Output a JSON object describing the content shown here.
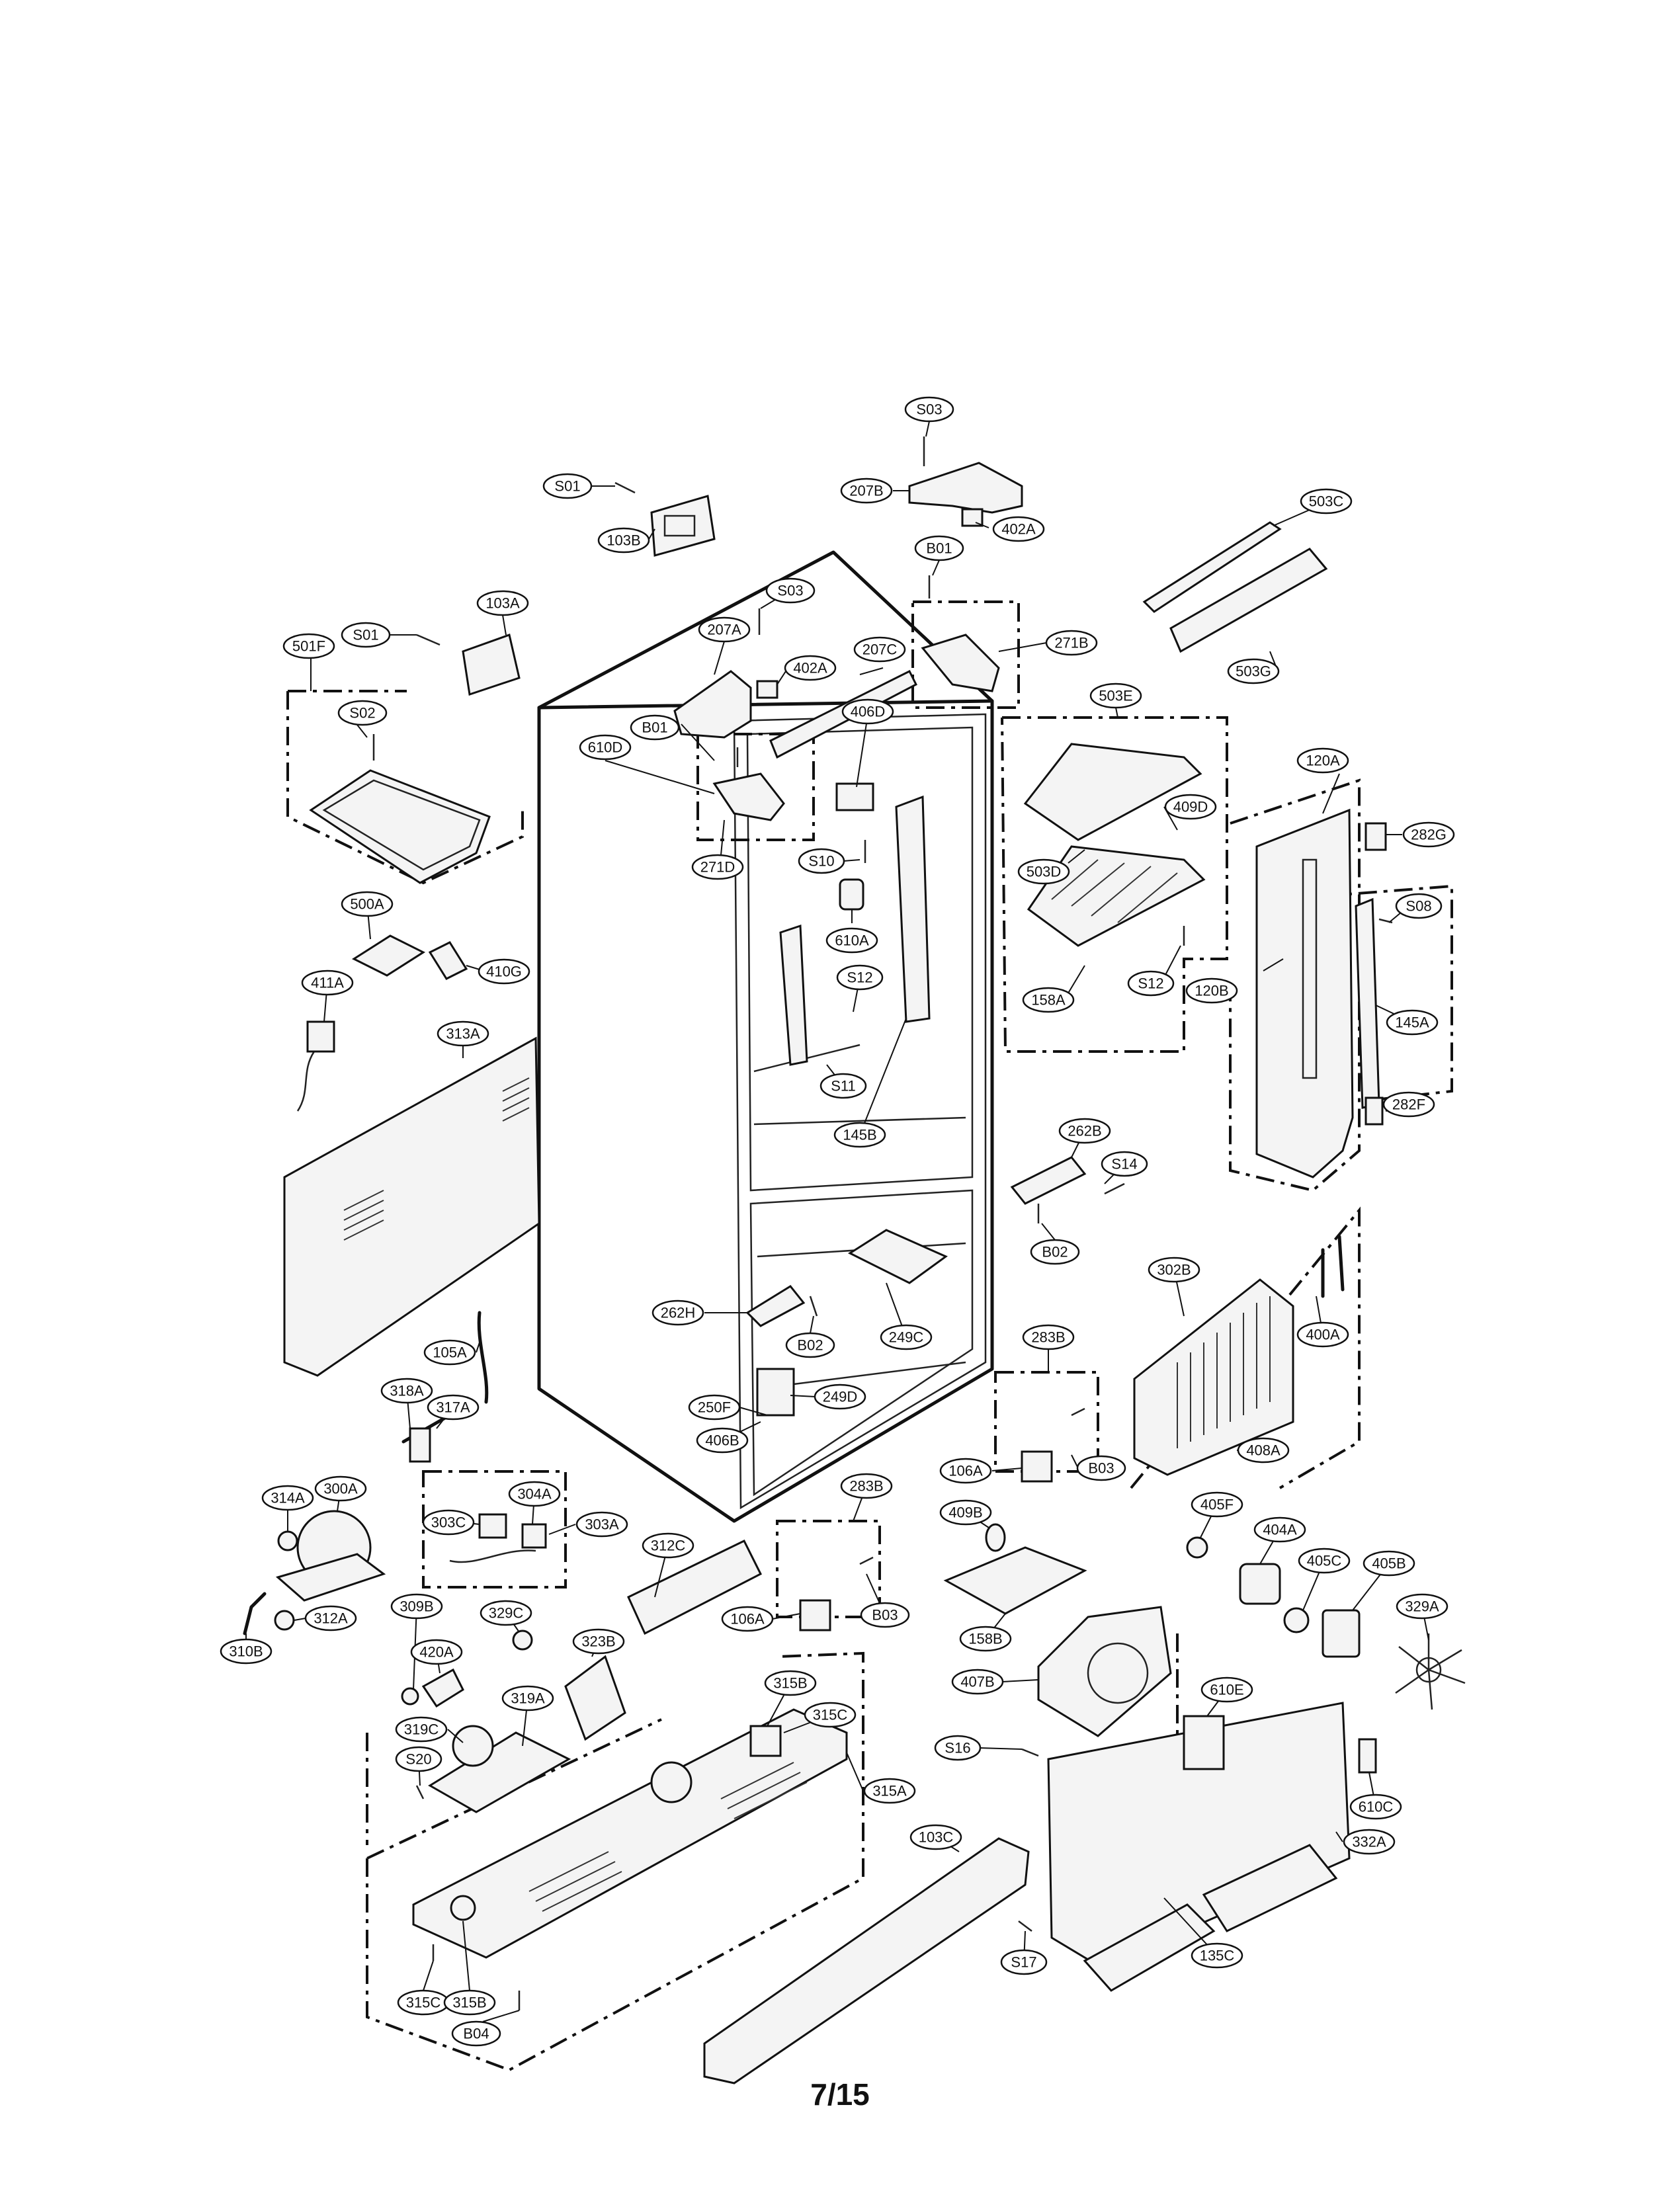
{
  "page_number": "7/15",
  "labels": {
    "s03_top": "S03",
    "l207b": "207B",
    "l402a_top": "402A",
    "l503c": "503C",
    "s01_top": "S01",
    "l103b": "103B",
    "b01_top": "B01",
    "s03_mid": "S03",
    "l207a": "207A",
    "l103a": "103A",
    "s01_mid": "S01",
    "l501f": "501F",
    "l402a_mid": "402A",
    "l207c": "207C",
    "l271b": "271B",
    "l503g": "503G",
    "s02": "S02",
    "l406d": "406D",
    "b01_mid": "B01",
    "l610d": "610D",
    "l503e": "503E",
    "l120a": "120A",
    "l409d": "409D",
    "l282g": "282G",
    "l271d": "271D",
    "s10": "S10",
    "l503d": "503D",
    "s08": "S08",
    "l500a": "500A",
    "l610a": "610A",
    "l410g": "410G",
    "s12_mid": "S12",
    "s12_right": "S12",
    "l158a": "158A",
    "l120b": "120B",
    "l411a": "411A",
    "l145a": "145A",
    "l313a": "313A",
    "s11": "S11",
    "l282f": "282F",
    "l145b": "145B",
    "l262b": "262B",
    "s14": "S14",
    "b02_right": "B02",
    "l302b": "302B",
    "l262h": "262H",
    "b02_mid": "B02",
    "l249c": "249C",
    "l400a": "400A",
    "l105a": "105A",
    "l283b_right": "283B",
    "l318a": "318A",
    "l317a": "317A",
    "l250f": "250F",
    "l249d": "249D",
    "l406b": "406B",
    "l106a_right": "106A",
    "b03_right": "B03",
    "l408a": "408A",
    "l314a": "314A",
    "l300a": "300A",
    "l304a": "304A",
    "l283b_mid": "283B",
    "l409b": "409B",
    "l405f": "405F",
    "l303c": "303C",
    "l303a": "303A",
    "l312c": "312C",
    "l404a": "404A",
    "l405c": "405C",
    "l405b": "405B",
    "l309b": "309B",
    "l329c": "329C",
    "l312a": "312A",
    "l106a_mid": "106A",
    "b03_mid": "B03",
    "l158b": "158B",
    "l329a": "329A",
    "l310b": "310B",
    "l420a": "420A",
    "l323b": "323B",
    "l315b_top": "315B",
    "l407b": "407B",
    "l319a": "319A",
    "l315c_top": "315C",
    "l610e": "610E",
    "l319c": "319C",
    "s16": "S16",
    "s20": "S20",
    "l610c": "610C",
    "l315a": "315A",
    "l332a": "332A",
    "l103c": "103C",
    "s17": "S17",
    "l315c_bot": "315C",
    "l315b_bot": "315B",
    "l135c": "135C",
    "b04": "B04"
  }
}
